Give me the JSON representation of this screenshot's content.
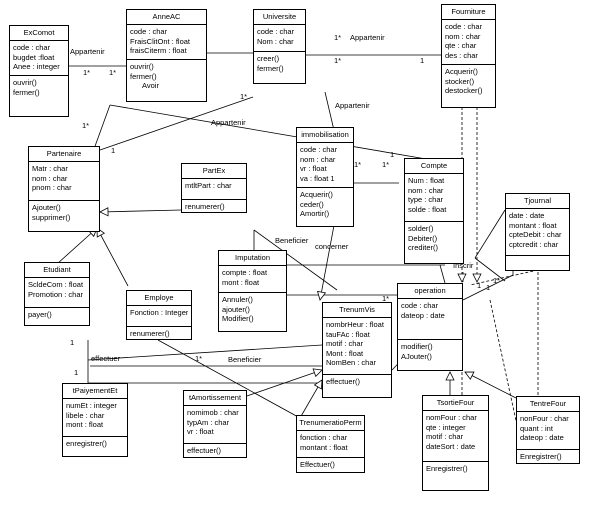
{
  "classes": [
    {
      "id": "excomot",
      "name": "ExComot",
      "attributes": [
        "code : char",
        "bugdet :float",
        "Anee : integer"
      ],
      "methods": [
        "ouvrir()",
        "fermer()"
      ]
    },
    {
      "id": "anneac",
      "name": "AnneAC",
      "attributes": [
        "code : char",
        "FraisClitOnt : float",
        "fraisCiterm : float"
      ],
      "methods": [
        "ouvrir()",
        "fermer()",
        "Avoir"
      ]
    },
    {
      "id": "universite",
      "name": "Universite",
      "attributes": [
        "code : char",
        "Nom : char"
      ],
      "methods": [
        "creer()",
        "fermer()"
      ]
    },
    {
      "id": "fourniture",
      "name": "Fourniture",
      "attributes": [
        "code : char",
        "nom : char",
        "qte : char",
        "des : char"
      ],
      "methods": [
        "Acquerir()",
        "stocker()",
        "destocker()"
      ]
    },
    {
      "id": "partenaire",
      "name": "Partenaire",
      "attributes": [
        "Matr : char",
        "nom : char",
        "pnom : char"
      ],
      "methods": [
        "Ajouter()",
        "supprimer()"
      ]
    },
    {
      "id": "immobilisation",
      "name": "immobilisation",
      "attributes": [
        "code : char",
        "nom : char",
        "vr : float",
        "va : float 1"
      ],
      "methods": [
        "Acquerir()",
        "ceder()",
        "Amortir()"
      ]
    },
    {
      "id": "partex",
      "name": "PartEx",
      "attributes": [
        "mtltPart : char"
      ],
      "methods": [
        "renumerer()"
      ]
    },
    {
      "id": "compte",
      "name": "Compte",
      "attributes": [
        "Num : float",
        "nom : char",
        "type : char",
        "solde : float"
      ],
      "methods": [
        "solder()",
        "Debiter()",
        "crediter()"
      ]
    },
    {
      "id": "tjournal",
      "name": "Tjournal",
      "attributes": [
        "date : date",
        "montant : float",
        "cpteDebit : char",
        "cptcredit : char"
      ],
      "methods": []
    },
    {
      "id": "imputation",
      "name": "Imputation",
      "attributes": [
        "compte : float",
        "mont : float"
      ],
      "methods": [
        "Annuler()",
        "ajouter()",
        "Modifier()"
      ]
    },
    {
      "id": "etudiant",
      "name": "Etudiant",
      "attributes": [
        "ScldeCom : float",
        "Promotion : char"
      ],
      "methods": [
        "payer()"
      ]
    },
    {
      "id": "employe",
      "name": "Employe",
      "attributes": [
        "Fonction : Integer"
      ],
      "methods": [
        "renumerer()"
      ]
    },
    {
      "id": "trenumvis",
      "name": "TrenumVis",
      "attributes": [
        "nombrHeur : float",
        "tauFAc : float",
        "motif : char",
        "Mont : float",
        "NomBen : char"
      ],
      "methods": [
        "effectuer()"
      ]
    },
    {
      "id": "operation",
      "name": "operation",
      "attributes": [
        "code : char",
        "dateop : date"
      ],
      "methods": [
        "modifier()",
        "AJouter()"
      ]
    },
    {
      "id": "tpaiementet",
      "name": "tPaiyementEt",
      "attributes": [
        "numEt : integer",
        "libele : char",
        "mont : float"
      ],
      "methods": [
        "enregistrer()"
      ]
    },
    {
      "id": "tamortissement",
      "name": "tAmortissement",
      "attributes": [
        "nomimob : char",
        "typAm : char",
        "vr : float"
      ],
      "methods": [
        "effectuer()"
      ]
    },
    {
      "id": "trenumeratioperm",
      "name": "TrenumeratioPerm",
      "attributes": [
        "fonction : char",
        "montant : float"
      ],
      "methods": [
        "Effectuer()"
      ]
    },
    {
      "id": "tsortiefour",
      "name": "TsortieFour",
      "attributes": [
        "nomFour : char",
        "qte : integer",
        "motif : char",
        "dateSort : date"
      ],
      "methods": [
        "Enregistrer()"
      ]
    },
    {
      "id": "tentrefour",
      "name": "TentreFour",
      "attributes": [
        "nonFour : char",
        "quant : int",
        "dateop : date"
      ],
      "methods": [
        "Enregistrer()"
      ]
    }
  ],
  "labels": [
    {
      "id": "l1",
      "text": "Appartenir"
    },
    {
      "id": "l2",
      "text": "1*"
    },
    {
      "id": "l3",
      "text": "1*"
    },
    {
      "id": "l4",
      "text": "1*"
    },
    {
      "id": "l5",
      "text": "1*"
    },
    {
      "id": "l6",
      "text": "Appartenir"
    },
    {
      "id": "l7",
      "text": "1*"
    },
    {
      "id": "l8",
      "text": "1"
    },
    {
      "id": "l9",
      "text": "Appartenir"
    },
    {
      "id": "l10",
      "text": "1*"
    },
    {
      "id": "l11",
      "text": "Appartenir"
    },
    {
      "id": "l12",
      "text": "1*"
    },
    {
      "id": "l13",
      "text": "1"
    },
    {
      "id": "l14",
      "text": "1*"
    },
    {
      "id": "l15",
      "text": "1"
    },
    {
      "id": "l16",
      "text": "Beneficier"
    },
    {
      "id": "l17",
      "text": "concerner"
    },
    {
      "id": "l18",
      "text": "Inscrir"
    },
    {
      "id": "l19",
      "text": "1"
    },
    {
      "id": "l20",
      "text": "1*"
    },
    {
      "id": "l21",
      "text": "1"
    },
    {
      "id": "l22",
      "text": "1"
    },
    {
      "id": "l23",
      "text": "1*"
    },
    {
      "id": "l24",
      "text": "effectuer"
    },
    {
      "id": "l25",
      "text": "1"
    },
    {
      "id": "l26",
      "text": "1*"
    },
    {
      "id": "l27",
      "text": "Beneficier"
    },
    {
      "id": "l28",
      "text": "1"
    }
  ]
}
